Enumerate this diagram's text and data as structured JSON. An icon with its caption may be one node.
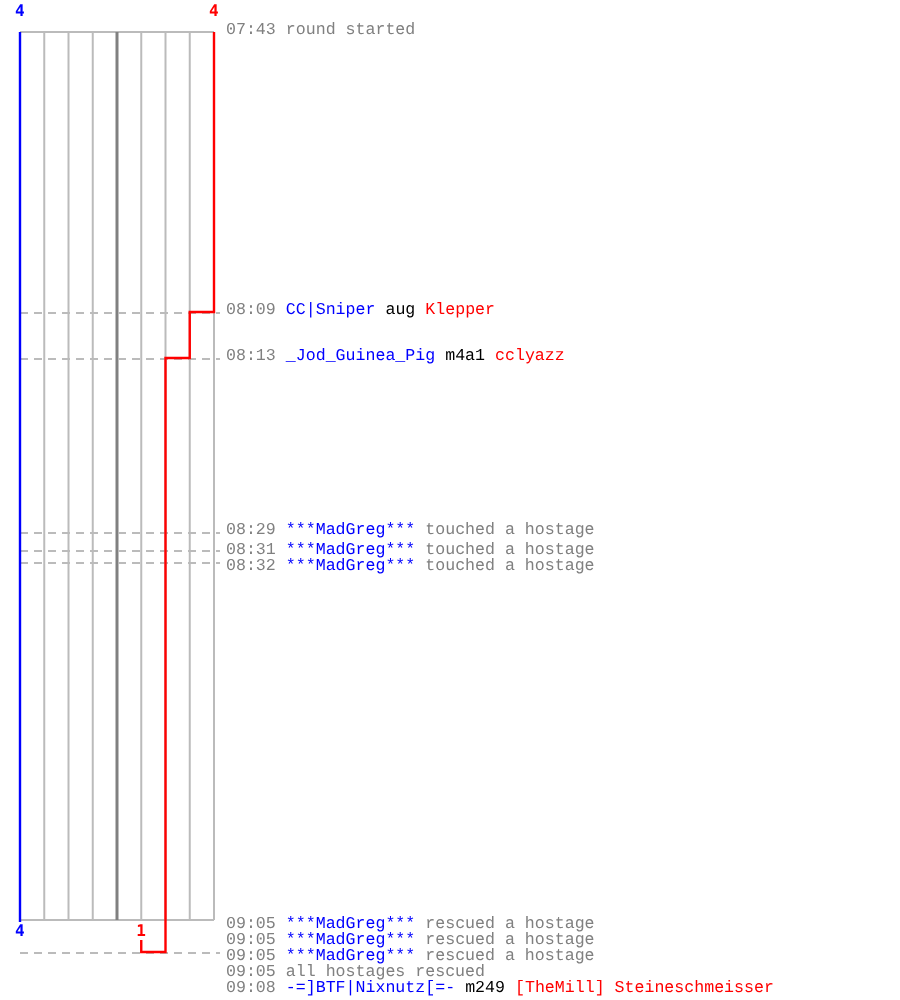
{
  "diagram": {
    "nodes": [
      {
        "text": [
          "07:43",
          "round started"
        ]
      },
      {
        "text": [
          "08:09",
          "CC|Sniper",
          "aug",
          "Klepper"
        ]
      },
      {
        "text": [
          "08:13",
          "_Jod_Guinea_Pig",
          "m4a1",
          "cclyazz"
        ]
      },
      {
        "text": [
          "08:29",
          "***MadGreg***",
          "touched a hostage"
        ]
      },
      {
        "text": [
          "08:31",
          "***MadGreg***",
          "touched a hostage"
        ]
      },
      {
        "text": [
          "08:32",
          "***MadGreg***",
          "touched a hostage"
        ]
      },
      {
        "text": [
          "09:05",
          "***MadGreg***",
          "rescued a hostage"
        ]
      },
      {
        "text": [
          "09:05",
          "***MadGreg***",
          "rescued a hostage"
        ]
      },
      {
        "text": [
          "09:05",
          "***MadGreg***",
          "rescued a hostage"
        ]
      },
      {
        "text": [
          "09:05",
          "all hostages rescued"
        ]
      },
      {
        "text": [
          "09:08",
          "-=]BTF|Nixnutz[=-",
          "m249",
          "[TheMill] Steineschmeisser"
        ]
      }
    ],
    "labels": [
      "4",
      "4",
      "4",
      "1"
    ]
  }
}
